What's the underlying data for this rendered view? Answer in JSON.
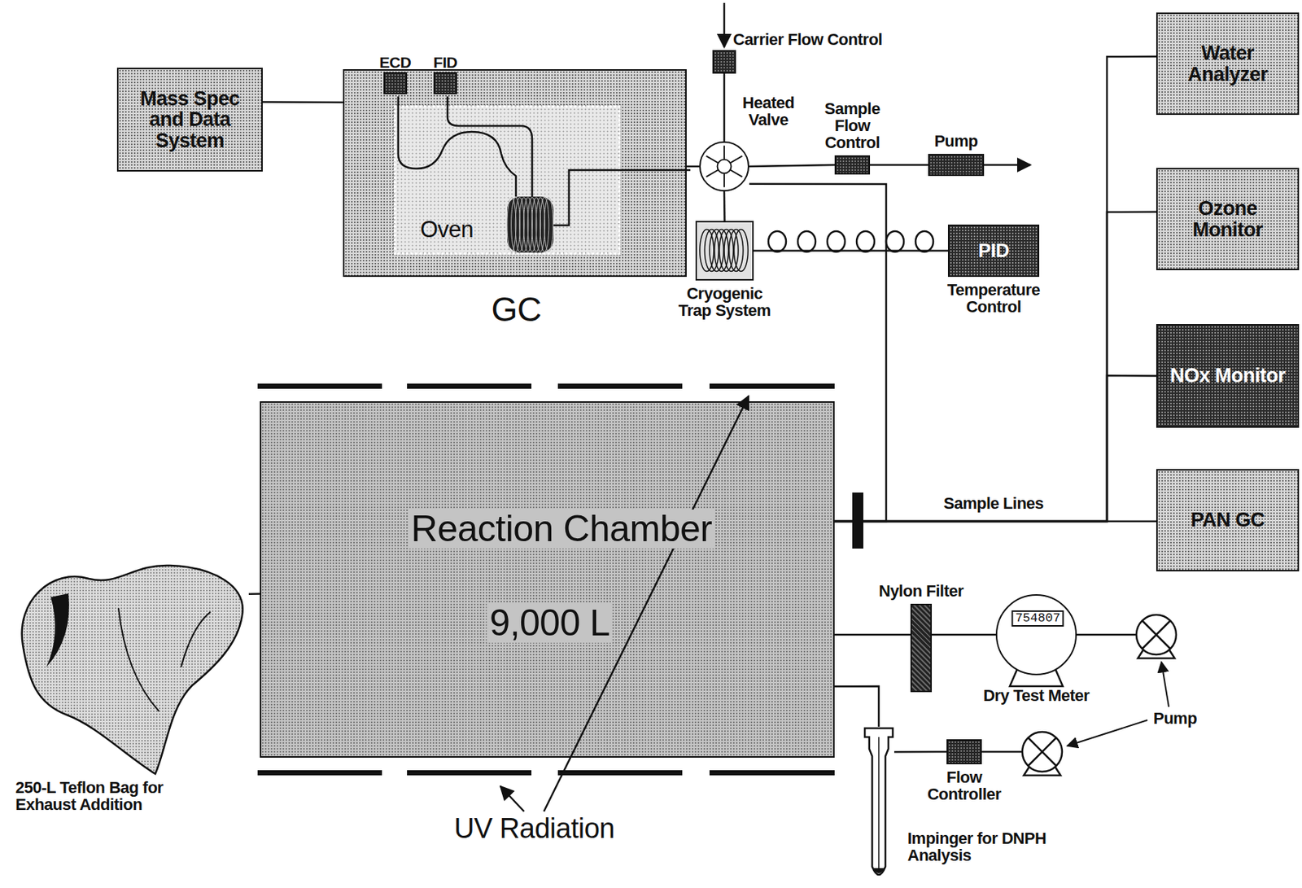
{
  "diagram": {
    "nodes": [
      {
        "text": [
          "Mass Spec and Data System"
        ]
      },
      {
        "text": [
          "GC"
        ]
      },
      {
        "text": [
          "ECD"
        ],
        "in": 1
      },
      {
        "text": [
          "FID"
        ],
        "in": 1
      },
      {
        "text": [
          "Oven"
        ],
        "in": 1
      },
      {
        "text": [
          "Carrier Flow Control"
        ]
      },
      {
        "text": [
          "Heated Valve"
        ]
      },
      {
        "text": [
          "Sample Flow Control"
        ]
      },
      {
        "text": [
          "Pump"
        ]
      },
      {
        "text": [
          "Cryogenic Trap System"
        ]
      },
      {
        "text": [
          "PID",
          "Temperature Control"
        ]
      },
      {
        "text": [
          "Water Analyzer"
        ]
      },
      {
        "text": [
          "Ozone Monitor"
        ]
      },
      {
        "text": [
          "NOx Monitor"
        ]
      },
      {
        "text": [
          "PAN GC"
        ]
      },
      {
        "text": [
          "Reaction Chamber",
          "9,000 L"
        ]
      },
      {
        "text": [
          "250-L Teflon Bag for Exhaust Addition"
        ]
      },
      {
        "text": [
          "Nylon Filter"
        ]
      },
      {
        "text": [
          "754807",
          "Dry Test Meter"
        ]
      },
      {
        "text": [
          "Flow Controller"
        ]
      },
      {
        "text": [
          "Impinger for DNPH Analysis"
        ]
      }
    ],
    "edges": [
      {
        "from": 0,
        "to": 1,
        "arrow": "none"
      },
      {
        "from": 5,
        "to": 6,
        "arrow": "none"
      },
      {
        "from": 6,
        "to": 1,
        "arrow": "none"
      },
      {
        "from": 6,
        "to": 7,
        "arrow": "none"
      },
      {
        "from": 7,
        "to": 8,
        "arrow": "none"
      },
      {
        "from": 6,
        "to": 9,
        "arrow": "none"
      },
      {
        "from": 9,
        "to": 10,
        "arrow": "none"
      },
      {
        "from": 15,
        "to": 6,
        "arrow": "none"
      },
      {
        "from": 15,
        "to": 11,
        "arrow": "none"
      },
      {
        "from": 15,
        "to": 12,
        "arrow": "none"
      },
      {
        "from": 15,
        "to": 13,
        "arrow": "none"
      },
      {
        "from": 15,
        "to": 14,
        "arrow": "none"
      },
      {
        "from": 16,
        "to": 15,
        "arrow": "none"
      },
      {
        "from": 15,
        "to": 17,
        "arrow": "none"
      },
      {
        "from": 17,
        "to": 18,
        "arrow": "none"
      },
      {
        "from": 15,
        "to": 20,
        "arrow": "none"
      },
      {
        "from": 20,
        "to": 19,
        "arrow": "none"
      }
    ],
    "labels": [
      "UV Radiation",
      "Sample Lines",
      "Pump"
    ]
  }
}
